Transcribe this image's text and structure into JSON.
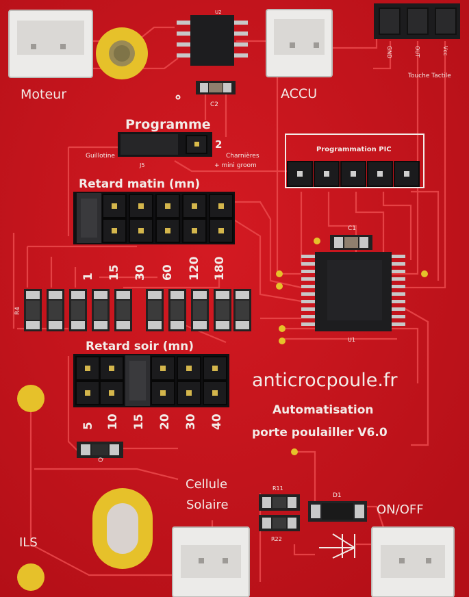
{
  "board": {
    "title_site": "anticrocpoule.fr",
    "subtitle_1": "Automatisation",
    "subtitle_2": "porte poulailler  V6.0"
  },
  "connectors": {
    "motor": "Moteur",
    "battery": "ACCU",
    "solar_1": "Cellule",
    "solar_2": "Solaire",
    "power": "ON/OFF",
    "reed": "ILS"
  },
  "touch_header": {
    "pins": [
      "GND",
      "OUT",
      "Vcc"
    ],
    "label": "Touche Tactile"
  },
  "program_jumper": {
    "label": "Programme",
    "left_option": "Guillotine",
    "right_number": "2",
    "right_option_1": "Charnières",
    "right_option_2": "+ mini groom",
    "ref": "J5"
  },
  "pic_header": {
    "label": "Programmation PIC"
  },
  "morning_delay": {
    "label": "Retard matin  (mn)",
    "values": [
      "1",
      "15",
      "30",
      "60",
      "120",
      "180"
    ]
  },
  "evening_delay": {
    "label": "Retard  soir  (mn)",
    "values": [
      "5",
      "10",
      "15",
      "20",
      "30",
      "40"
    ]
  },
  "refs": {
    "u2": "U2",
    "c2": "C2",
    "c1": "C1",
    "u1": "U1",
    "r4": "R4",
    "r11": "R11",
    "r22": "R22",
    "d1": "D1",
    "q": "Q"
  }
}
